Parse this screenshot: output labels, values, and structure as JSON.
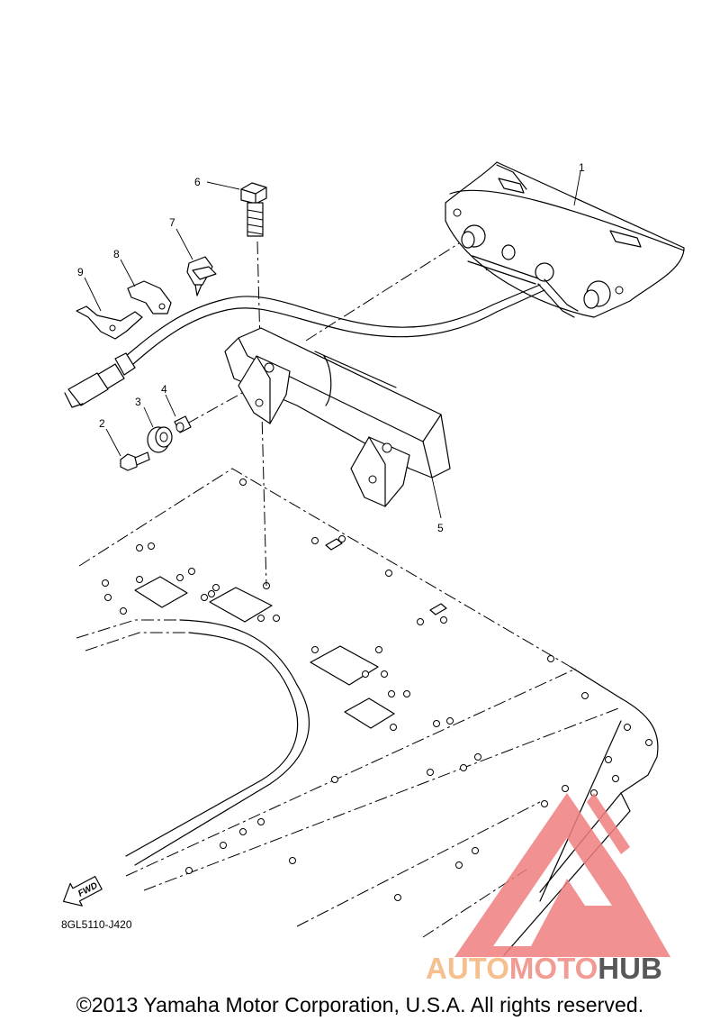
{
  "diagram_code": "8GL5110-J420",
  "fwd_label": "FWD",
  "callouts": [
    "1",
    "2",
    "3",
    "4",
    "5",
    "6",
    "7",
    "8",
    "9"
  ],
  "watermark": {
    "part1": "AUTO",
    "part2": "MOTO",
    "part3": "HUB",
    "colors": {
      "auto": "#f5b57a",
      "moto": "#ef8a80",
      "hub": "#3b3b3b",
      "triangle": "#ef7e7e"
    }
  },
  "copyright": "©2013 Yamaha Motor Corporation, U.S.A. All rights reserved."
}
